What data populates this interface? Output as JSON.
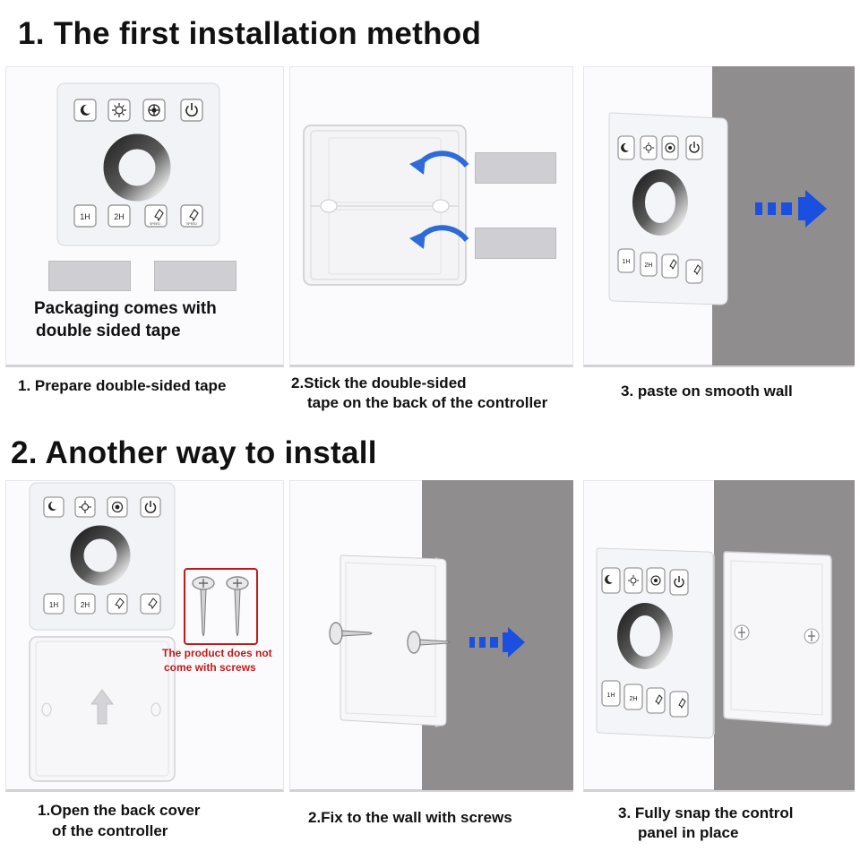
{
  "section1": {
    "title": "1. The first installation method",
    "steps": [
      {
        "label": "1. Prepare double-sided tape"
      },
      {
        "line1": "2.Stick the double-sided",
        "line2": "tape on the back of the controller"
      },
      {
        "label": "3.  paste on smooth wall"
      }
    ],
    "packaging_note": {
      "line1": "Packaging comes with",
      "line2": "double sided tape"
    }
  },
  "section2": {
    "title": "2. Another way to install",
    "steps": [
      {
        "line1": "1.Open the back cover",
        "line2": "of the controller"
      },
      {
        "label": "2.Fix to the wall with screws"
      },
      {
        "line1": "3. Fully snap the control",
        "line2": "panel in place"
      }
    ],
    "screw_note": {
      "line1": "The product does not",
      "line2": "come with screws"
    }
  },
  "controller": {
    "timer_1h": "1H",
    "timer_2h": "2H",
    "speed_minus": "SPEED -",
    "speed_plus": "SPEED"
  },
  "colors": {
    "arrow_blue": "#1a4fe0",
    "curve_arrow_blue": "#2f6bd8",
    "wall_gray": "#8f8d8e",
    "note_red": "#c21a1a"
  },
  "icons": [
    "moon-icon",
    "brightness-icon",
    "color-wheel-icon",
    "power-icon",
    "rocket-icon",
    "speed-icon",
    "screw-icon",
    "up-arrow-icon",
    "right-arrow-icon",
    "curved-arrow-icon"
  ]
}
